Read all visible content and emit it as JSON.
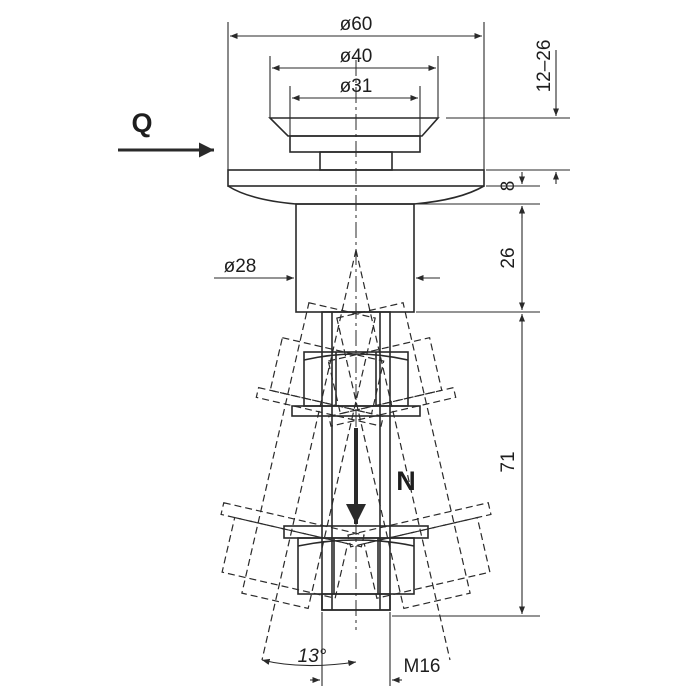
{
  "diagram": {
    "dimensions": {
      "d60": "ø60",
      "d40": "ø40",
      "d31": "ø31",
      "d28": "ø28",
      "h12_26": "12–26",
      "h8": "8",
      "h26": "26",
      "h71": "71",
      "angle": "13°",
      "thread": "M16"
    },
    "forces": {
      "lateral": "Q",
      "axial": "N"
    }
  },
  "colors": {
    "line": "#2a2a2a",
    "hatch": "#d6d6d6"
  }
}
